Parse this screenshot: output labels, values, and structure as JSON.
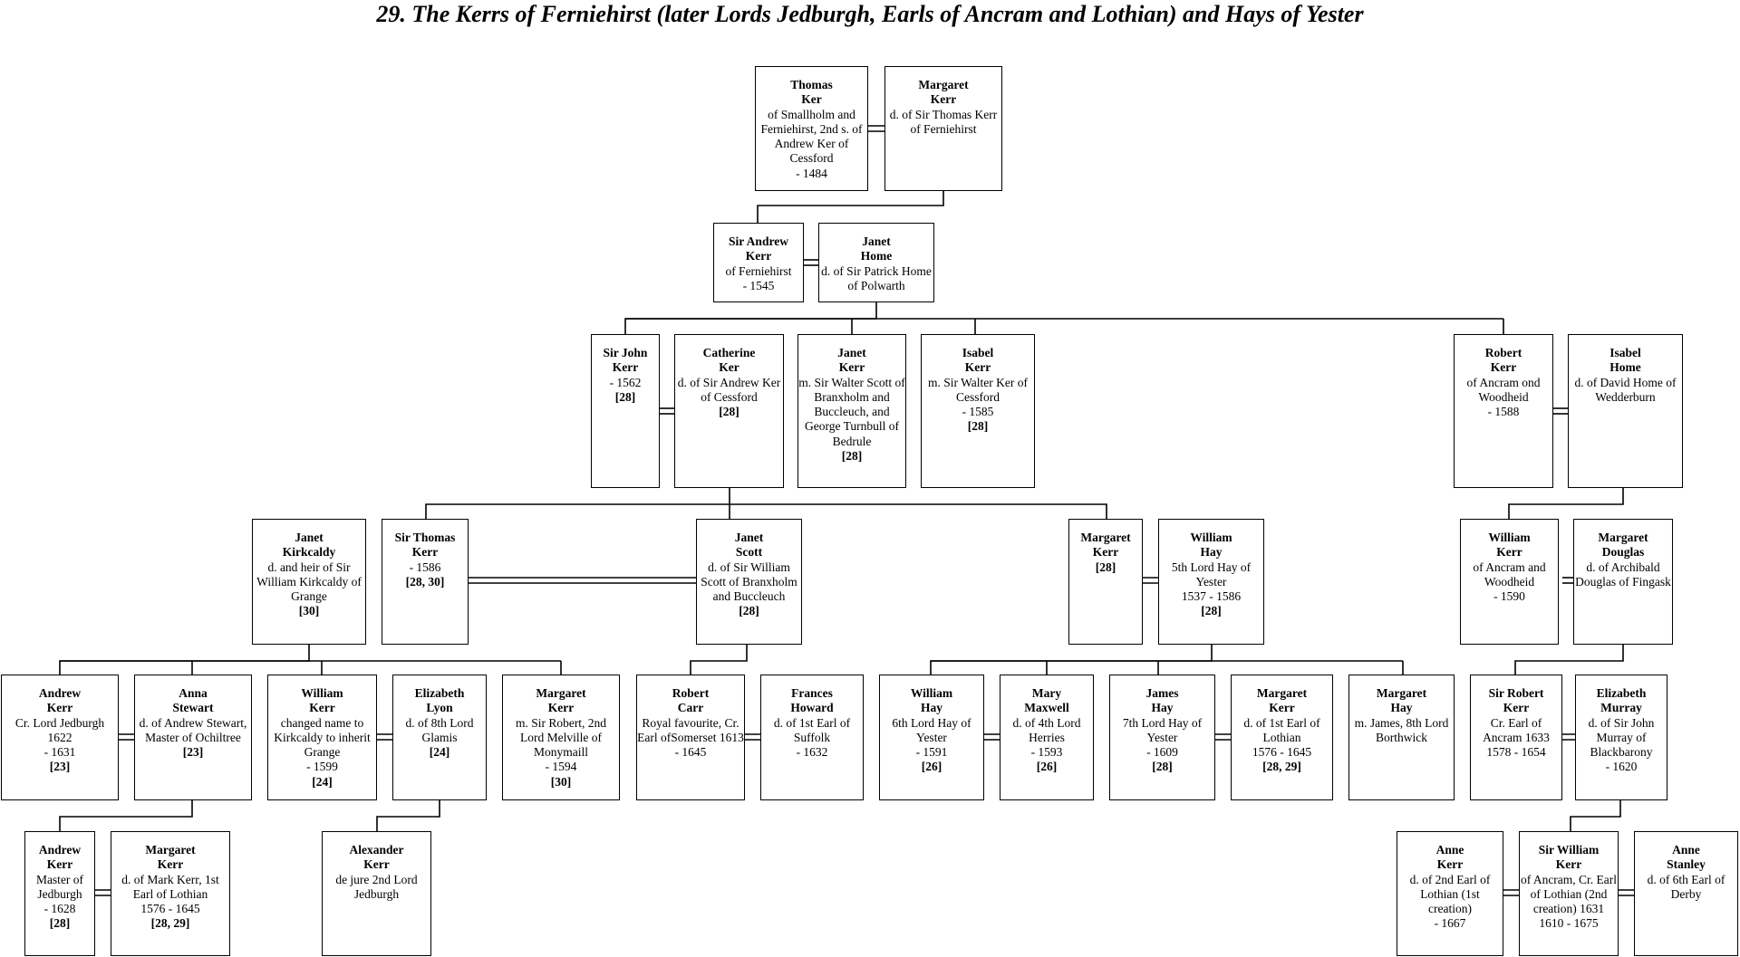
{
  "title": "29.  The Kerrs of Ferniehirst (later Lords Jedburgh, Earls of Ancram and Lothian) and Hays of Yester",
  "people": {
    "thomas_ker": {
      "first": "Thomas",
      "last": "Ker",
      "desc": "of Smallholm and Ferniehirst, 2nd s. of Andrew Ker of Cessford",
      "dates": "- 1484",
      "refs": ""
    },
    "margaret_kerr_1": {
      "first": "Margaret",
      "last": "Kerr",
      "desc": "d. of Sir Thomas Kerr of Ferniehirst",
      "dates": "",
      "refs": ""
    },
    "sir_andrew_kerr": {
      "first": "Sir Andrew",
      "last": "Kerr",
      "desc": "of Ferniehirst",
      "dates": "- 1545",
      "refs": ""
    },
    "janet_home": {
      "first": "Janet",
      "last": "Home",
      "desc": "d. of Sir Patrick Home of Polwarth",
      "dates": "",
      "refs": ""
    },
    "sir_john_kerr": {
      "first": "Sir John",
      "last": "Kerr",
      "desc": "",
      "dates": "- 1562",
      "refs": "[28]"
    },
    "catherine_ker": {
      "first": "Catherine",
      "last": "Ker",
      "desc": "d. of Sir Andrew Ker of Cessford",
      "dates": "",
      "refs": "[28]"
    },
    "janet_kerr": {
      "first": "Janet",
      "last": "Kerr",
      "desc": "m. Sir Walter Scott of Branxholm and Buccleuch, and George Turnbull of Bedrule",
      "dates": "",
      "refs": "[28]"
    },
    "isabel_kerr": {
      "first": "Isabel",
      "last": "Kerr",
      "desc": "m. Sir Walter Ker of Cessford",
      "dates": "- 1585",
      "refs": "[28]"
    },
    "robert_kerr": {
      "first": "Robert",
      "last": "Kerr",
      "desc": "of Ancram ond Woodheid",
      "dates": "- 1588",
      "refs": ""
    },
    "isabel_home": {
      "first": "Isabel",
      "last": "Home",
      "desc": "d. of David Home of Wedderburn",
      "dates": "",
      "refs": ""
    },
    "janet_kirkcaldy": {
      "first": "Janet",
      "last": "Kirkcaldy",
      "desc": "d. and heir of Sir William Kirkcaldy of Grange",
      "dates": "",
      "refs": "[30]"
    },
    "sir_thomas_kerr": {
      "first": "Sir Thomas",
      "last": "Kerr",
      "desc": "",
      "dates": "- 1586",
      "refs": "[28, 30]"
    },
    "janet_scott": {
      "first": "Janet",
      "last": "Scott",
      "desc": "d. of Sir William Scott of Branxholm and Buccleuch",
      "dates": "",
      "refs": "[28]"
    },
    "margaret_kerr_2": {
      "first": "Margaret",
      "last": "Kerr",
      "desc": "",
      "dates": "",
      "refs": "[28]"
    },
    "william_hay_5": {
      "first": "William",
      "last": "Hay",
      "desc": "5th Lord Hay of Yester",
      "dates": "1537 - 1586",
      "refs": "[28]"
    },
    "william_kerr_ancram": {
      "first": "William",
      "last": "Kerr",
      "desc": "of Ancram and Woodheid",
      "dates": "- 1590",
      "refs": ""
    },
    "margaret_douglas": {
      "first": "Margaret",
      "last": "Douglas",
      "desc": "d. of Archibald Douglas of Fingask",
      "dates": "",
      "refs": ""
    },
    "andrew_kerr_jed": {
      "first": "Andrew",
      "last": "Kerr",
      "desc": "Cr. Lord Jedburgh 1622",
      "dates": "- 1631",
      "refs": "[23]"
    },
    "anna_stewart": {
      "first": "Anna",
      "last": "Stewart",
      "desc": "d. of Andrew Stewart, Master of Ochiltree",
      "dates": "",
      "refs": "[23]"
    },
    "william_kerr_kirk": {
      "first": "William",
      "last": "Kerr",
      "desc": "changed name to Kirkcaldy to inherit Grange",
      "dates": "- 1599",
      "refs": "[24]"
    },
    "elizabeth_lyon": {
      "first": "Elizabeth",
      "last": "Lyon",
      "desc": "d. of 8th Lord Glamis",
      "dates": "",
      "refs": "[24]"
    },
    "margaret_kerr_3": {
      "first": "Margaret",
      "last": "Kerr",
      "desc": "m. Sir Robert, 2nd Lord Melville of Monymaill",
      "dates": "- 1594",
      "refs": "[30]"
    },
    "robert_carr": {
      "first": "Robert",
      "last": "Carr",
      "desc": "Royal favourite, Cr. Earl ofSomerset 1613",
      "dates": "- 1645",
      "refs": ""
    },
    "frances_howard": {
      "first": "Frances",
      "last": "Howard",
      "desc": "d. of 1st Earl of Suffolk",
      "dates": "- 1632",
      "refs": ""
    },
    "william_hay_6": {
      "first": "William",
      "last": "Hay",
      "desc": "6th Lord Hay of Yester",
      "dates": "- 1591",
      "refs": "[26]"
    },
    "mary_maxwell": {
      "first": "Mary",
      "last": "Maxwell",
      "desc": "d. of 4th Lord Herries",
      "dates": "- 1593",
      "refs": "[26]"
    },
    "james_hay": {
      "first": "James",
      "last": "Hay",
      "desc": "7th Lord Hay of Yester",
      "dates": "- 1609",
      "refs": "[28]"
    },
    "margaret_kerr_4": {
      "first": "Margaret",
      "last": "Kerr",
      "desc": "d. of 1st Earl of Lothian",
      "dates": "1576 - 1645",
      "refs": "[28, 29]"
    },
    "margaret_hay": {
      "first": "Margaret",
      "last": "Hay",
      "desc": "m. James, 8th Lord Borthwick",
      "dates": "",
      "refs": ""
    },
    "sir_robert_kerr": {
      "first": "Sir Robert",
      "last": "Kerr",
      "desc": "Cr. Earl of Ancram 1633",
      "dates": "1578 - 1654",
      "refs": ""
    },
    "elizabeth_murray": {
      "first": "Elizabeth",
      "last": "Murray",
      "desc": "d. of Sir John Murray of Blackbarony",
      "dates": "- 1620",
      "refs": ""
    },
    "andrew_kerr_master": {
      "first": "Andrew",
      "last": "Kerr",
      "desc": "Master of Jedburgh",
      "dates": "- 1628",
      "refs": "[28]"
    },
    "margaret_kerr_5": {
      "first": "Margaret",
      "last": "Kerr",
      "desc": "d. of Mark Kerr, 1st Earl of Lothian",
      "dates": "1576 - 1645",
      "refs": "[28, 29]"
    },
    "alexander_kerr": {
      "first": "Alexander",
      "last": "Kerr",
      "desc": "de jure 2nd Lord Jedburgh",
      "dates": "",
      "refs": ""
    },
    "anne_kerr": {
      "first": "Anne",
      "last": "Kerr",
      "desc": "d. of 2nd Earl of Lothian (1st creation)",
      "dates": "- 1667",
      "refs": ""
    },
    "sir_william_kerr": {
      "first": "Sir William",
      "last": "Kerr",
      "desc": "of Ancram, Cr. Earl of Lothian (2nd creation) 1631",
      "dates": "1610 - 1675",
      "refs": ""
    },
    "anne_stanley": {
      "first": "Anne",
      "last": "Stanley",
      "desc": "d. of 6th Earl of Derby",
      "dates": "",
      "refs": ""
    }
  }
}
